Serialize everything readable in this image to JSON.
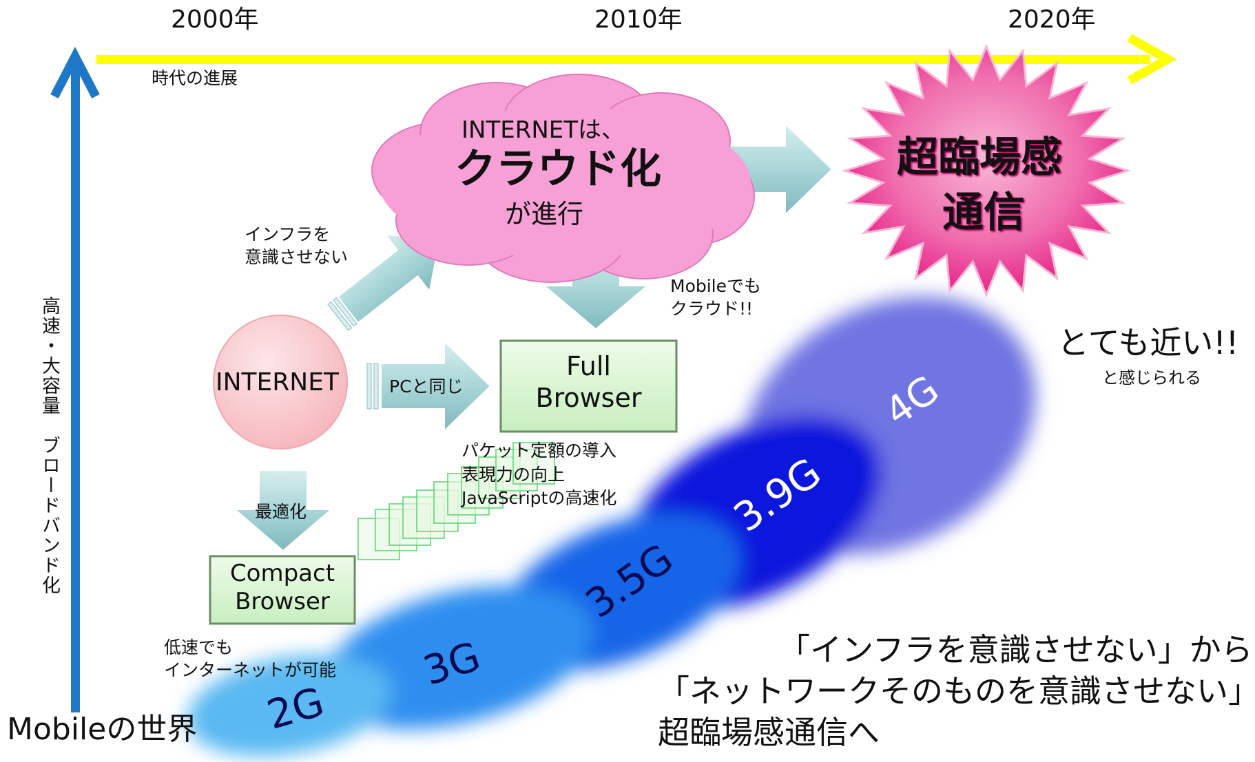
{
  "timeline": {
    "years": [
      "2000年",
      "2010年",
      "2020年"
    ],
    "axis_label": "時代の進展",
    "axis_color": "#ffff00"
  },
  "vertical_axis": {
    "label": "高速・大容量　ブロードバンド化",
    "base_label": "Mobileの世界",
    "axis_color": "#1e78c8"
  },
  "cloud": {
    "line1": "INTERNETは、",
    "line2": "クラウド化",
    "line3": "が進行",
    "color": "#f7a0d6"
  },
  "burst": {
    "line1": "超臨場感",
    "line2": "通信",
    "color": "#ee2a8c"
  },
  "internet_circle": {
    "label": "INTERNET",
    "color": "#f9c9cc"
  },
  "full_browser": {
    "line1": "Full",
    "line2": "Browser"
  },
  "compact_browser": {
    "line1": "Compact",
    "line2": "Browser"
  },
  "arrow_labels": {
    "same_as_pc": "PCと同じ",
    "optimize": "最適化"
  },
  "notes": {
    "infra_line1": "インフラを",
    "infra_line2": "意識させない",
    "mobile_cloud_line1": "Mobileでも",
    "mobile_cloud_line2": "クラウド!!",
    "packet_line1": "パケット定額の導入",
    "packet_line2": "表現力の向上",
    "packet_line3": "JavaScriptの高速化",
    "lowspeed_line1": "低速でも",
    "lowspeed_line2": "インターネットが可能",
    "near_main": "とても近い!!",
    "near_sub": "と感じられる"
  },
  "generations": [
    {
      "label": "2G",
      "color": "#5ab9f2"
    },
    {
      "label": "3G",
      "color": "#2e8ef0"
    },
    {
      "label": "3.5G",
      "color": "#1565e8"
    },
    {
      "label": "3.9G",
      "color": "#0a14dc"
    },
    {
      "label": "4G",
      "color": "#6f74e2"
    }
  ],
  "conclusion": {
    "line1": "「インフラを意識させない」から",
    "line2": "「ネットワークそのものを意識させない」",
    "line3": "超臨場感通信へ"
  }
}
